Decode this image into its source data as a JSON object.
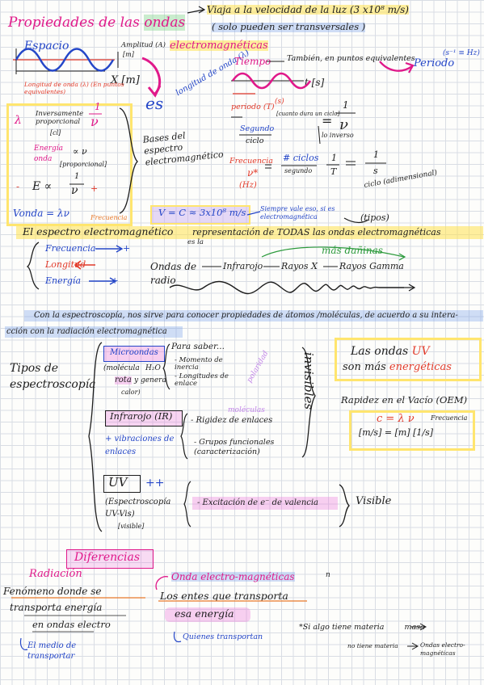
{
  "colors": {
    "pink": "#e0198a",
    "blue": "#2446c8",
    "red": "#e23a2a",
    "green": "#2c9a3c",
    "orange": "#e8782a",
    "yellow": "#ffe250",
    "violet": "#c184e8"
  },
  "header": {
    "title_a": "Propiedades de las",
    "title_b": "ondas",
    "title_c": "electromagnéticas",
    "speed_note": "Viaja a la velocidad de la luz (3 x10⁸ m/s)",
    "transversal_note": "( solo pueden ser transversales )"
  },
  "space": {
    "label": "Espacio",
    "amplitude": "Amplitud (A)",
    "amplitude_unit": "[m]",
    "x_axis": "X [m]",
    "wavelength": "Longitud de onda (λ) (En puntos equivalentes)",
    "es": "es",
    "longitud_onda": "longitud de onda (λ)"
  },
  "time": {
    "label": "Tiempo",
    "also": "También, en puntos equivalentes",
    "periodo": "Periodo",
    "periodo_unit": "(s⁻¹ ≡ Hz)",
    "axis": "t [s]",
    "period_sym": "periodo (T)",
    "period_unit": "(s)",
    "cuanto": "[cuanto dura un ciclo]",
    "equals1": "=",
    "frac1_num": "1",
    "frac1_den": "ν",
    "lo_inverso": "lo inverso",
    "segundo": "Segundo",
    "ciclo": "ciclo",
    "frecuencia": "Frecuencia",
    "nu": "ν*",
    "hz": "(Hz)",
    "ciclos": "# ciclos",
    "segundo2": "segundo",
    "eq_1": "1",
    "eq_T": "T",
    "eq_1b": "1",
    "eq_s": "s",
    "ciclo_adim": "ciclo (adimensional)"
  },
  "left_box": {
    "lambda_sym": "λ",
    "inv": "Inversamente proporcional",
    "inv_units": "[cl]",
    "inv_frac_num": "1",
    "inv_frac_den": "ν",
    "energia": "Energía",
    "onda": "onda",
    "prop_nu": "∝ ν",
    "proporcional": "[proporcional]",
    "minus": "-",
    "e_prop": "E ∝",
    "e_frac_num": "1",
    "e_frac_den": "ν",
    "plus": "+",
    "vonda": "Vonda = λν",
    "frecuencia_tag": "Frecuencia",
    "bases": "Bases del espectro electromagnético"
  },
  "formula": {
    "v_eq": "V = C ≈ 3x10⁸ m/s",
    "siempre": "Siempre vale eso, si es electromagnética"
  },
  "spectrum": {
    "line1a": "El espectro electromagnético",
    "line1b": "representación de TODAS las ondas electromagnéticas",
    "esla": "es la",
    "tipos": "(tipos)",
    "freq": "Frecuencia",
    "long": "Longitud",
    "energ": "Energía",
    "arrow_plus": "+",
    "mas_daninas": "más dañinas",
    "ondas_de_radio": "Ondas de radio",
    "infrarojo": "Infrarojo",
    "rayos_x": "Rayos X",
    "rayos_gamma": "Rayos Gamma"
  },
  "espectroscopia": {
    "line1": "Con la espectroscopía, nos sirve para conocer propiedades de átomos /moléculas, de acuerdo a su intera-",
    "line2": "cción con la radiación electromagnética"
  },
  "tipos": {
    "title": "Tipos de espectroscopía",
    "microondas": "Microondas",
    "molecula": "(molécula",
    "h2o": "H₂O",
    "rota": "rota",
    "genera": "y genera",
    "calor": "calor)",
    "para_saber": "Para saber...",
    "momento": "- Momento de inercia",
    "longitudes": "- Longitudes de enlace",
    "polaridad": "polaridad",
    "infrarojo": "Infrarojo (IR)",
    "vibraciones": "+ vibraciones de enlaces",
    "moleculas": "moléculas",
    "rigidez": "- Rigidez de enlaces",
    "grupos": "- Grupos funcionales (caracterización)",
    "uv": "UV",
    "uv_plus": "++",
    "espect_uv": "(Espectroscopía UV-Vis)",
    "visible_br": "[visible]",
    "excitacion": "- Excitación de e⁻ de valencia",
    "invisibles": "invisibles",
    "visible": "Visible"
  },
  "uv_box": {
    "line1": "Las ondas",
    "uv": "UV",
    "line2": "son más",
    "energeticas": "energéticas"
  },
  "rapidez": {
    "title": "Rapidez en el Vacío (OEM)",
    "formula": "c = λ ν",
    "freq": "Frecuencia",
    "units": "[m/s] = [m] [1/s]"
  },
  "diferencias": {
    "title": "Diferencias",
    "radiacion": "Radiación",
    "rad_1": "Fenómeno donde se",
    "rad_2": "transporta energía",
    "rad_3": "en ondas electro",
    "rad_4": "El medio de transportar",
    "onda_em": "Onda electro-magnéticas",
    "n": "n",
    "oem_1": "Los entes que transporta",
    "oem_2": "esa energía",
    "oem_3": "Quienes transportan",
    "note1": "*Si algo tiene materia",
    "note1b": "masa",
    "note2": "no tiene materia",
    "note2b": "Ondas electro-magnéticas"
  }
}
